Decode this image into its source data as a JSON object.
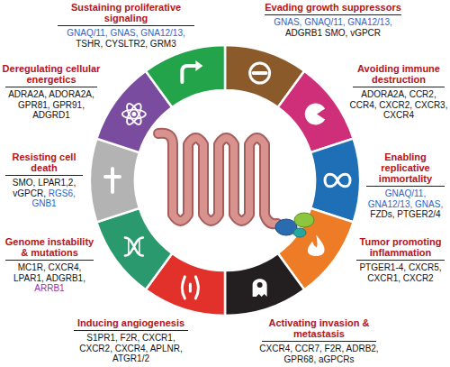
{
  "diagram": {
    "nodes": [
      {
        "text": [
          "Sustaining proliferative signaling",
          "GNAQ/11, GNAS, GNA12/13, TSHR, CYSLTR2, GRM3"
        ]
      },
      {
        "text": [
          "Evading growth suppressors",
          "GNAS, GNAQ/11, GNA12/13, ADGRB1 SMO, vGPCR"
        ]
      },
      {
        "text": [
          "Deregulating cellular energetics",
          "ADRA2A, ADORA2A, GPR81, GPR91, ADGRD1"
        ]
      },
      {
        "text": [
          "Avoiding immune destruction",
          "ADORA2A, CCR2, CCR4, CXCR2, CXCR3, CXCR4"
        ]
      },
      {
        "text": [
          "Resisting cell death",
          "SMO, LPAR1,2, vGPCR, RGS6, GNB1"
        ]
      },
      {
        "text": [
          "Enabling replicative immortality",
          "GNAQ/11, GNA12/13, GNAS, FZDs, PTGER2/4"
        ]
      },
      {
        "text": [
          "Genome instability & mutations",
          "MC1R, CXCR4, LPAR1, ADGRB1, ARRB1"
        ]
      },
      {
        "text": [
          "Tumor promoting inflammation",
          "PTGER1-4, CXCR5, CXCR1, CXCR2"
        ]
      },
      {
        "text": [
          "Inducing angiogenesis",
          "S1PR1, F2R, CXCR1, CXCR2, CXCR4, APLNR, ATGR1/2"
        ]
      },
      {
        "text": [
          "Activating invasion & metastasis",
          "CXCR4, CCR7, F2R, ADRB2, GPR68, aGPCRs"
        ]
      }
    ]
  }
}
